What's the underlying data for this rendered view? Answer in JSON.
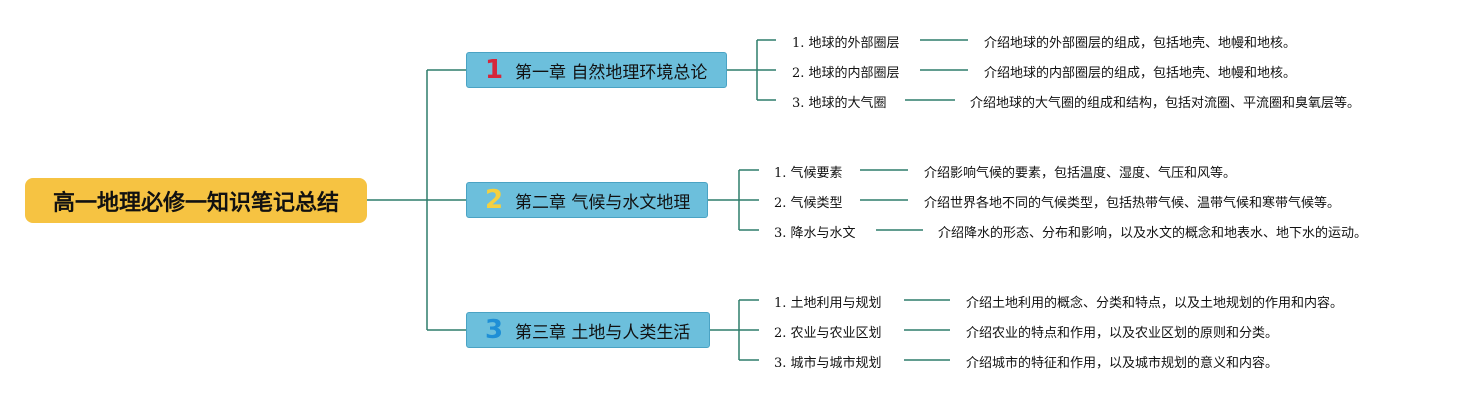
{
  "root": {
    "title": "高一地理必修一知识笔记总结"
  },
  "colors": {
    "root": "#f6c342",
    "chapter": "#6cbfdc",
    "line": "#2e7d6b"
  },
  "chapters": [
    {
      "number": "1",
      "number_color": "#d6263a",
      "title": "第一章 自然地理环境总论",
      "items": [
        {
          "label": "1. 地球的外部圈层",
          "desc": "介绍地球的外部圈层的组成，包括地壳、地幔和地核。"
        },
        {
          "label": "2. 地球的内部圈层",
          "desc": "介绍地球的内部圈层的组成，包括地壳、地幔和地核。"
        },
        {
          "label": "3. 地球的大气圈",
          "desc": "介绍地球的大气圈的组成和结构，包括对流圈、平流圈和臭氧层等。"
        }
      ]
    },
    {
      "number": "2",
      "number_color": "#f4d03f",
      "title": "第二章 气候与水文地理",
      "items": [
        {
          "label": "1. 气候要素",
          "desc": "介绍影响气候的要素，包括温度、湿度、气压和风等。"
        },
        {
          "label": "2. 气候类型",
          "desc": "介绍世界各地不同的气候类型，包括热带气候、温带气候和寒带气候等。"
        },
        {
          "label": "3. 降水与水文",
          "desc": "介绍降水的形态、分布和影响，以及水文的概念和地表水、地下水的运动。"
        }
      ]
    },
    {
      "number": "3",
      "number_color": "#1f8fd6",
      "title": "第三章 土地与人类生活",
      "items": [
        {
          "label": "1. 土地利用与规划",
          "desc": "介绍土地利用的概念、分类和特点，以及土地规划的作用和内容。"
        },
        {
          "label": "2. 农业与农业区划",
          "desc": "介绍农业的特点和作用，以及农业区划的原则和分类。"
        },
        {
          "label": "3. 城市与城市规划",
          "desc": "介绍城市的特征和作用，以及城市规划的意义和内容。"
        }
      ]
    }
  ]
}
